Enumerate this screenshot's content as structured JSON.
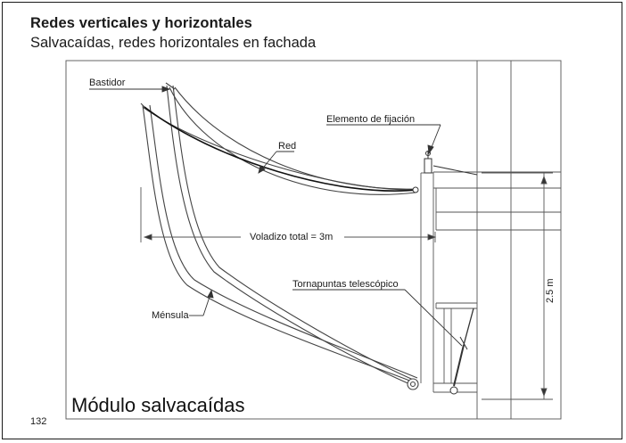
{
  "header": {
    "title": "Redes verticales y horizontales",
    "subtitle": "Salvacaídas, redes horizontales en fachada"
  },
  "figure": {
    "labels": {
      "bastidor": "Bastidor",
      "elemento_fijacion": "Elemento de fijación",
      "red": "Red",
      "voladizo": "Voladizo total = 3m",
      "tornapuntas": "Tornapuntas telescópico",
      "mensula": "Ménsula",
      "height_dimension": "2.5 m"
    },
    "caption": "Módulo salvacaídas"
  },
  "footer": {
    "page_number": "132"
  }
}
